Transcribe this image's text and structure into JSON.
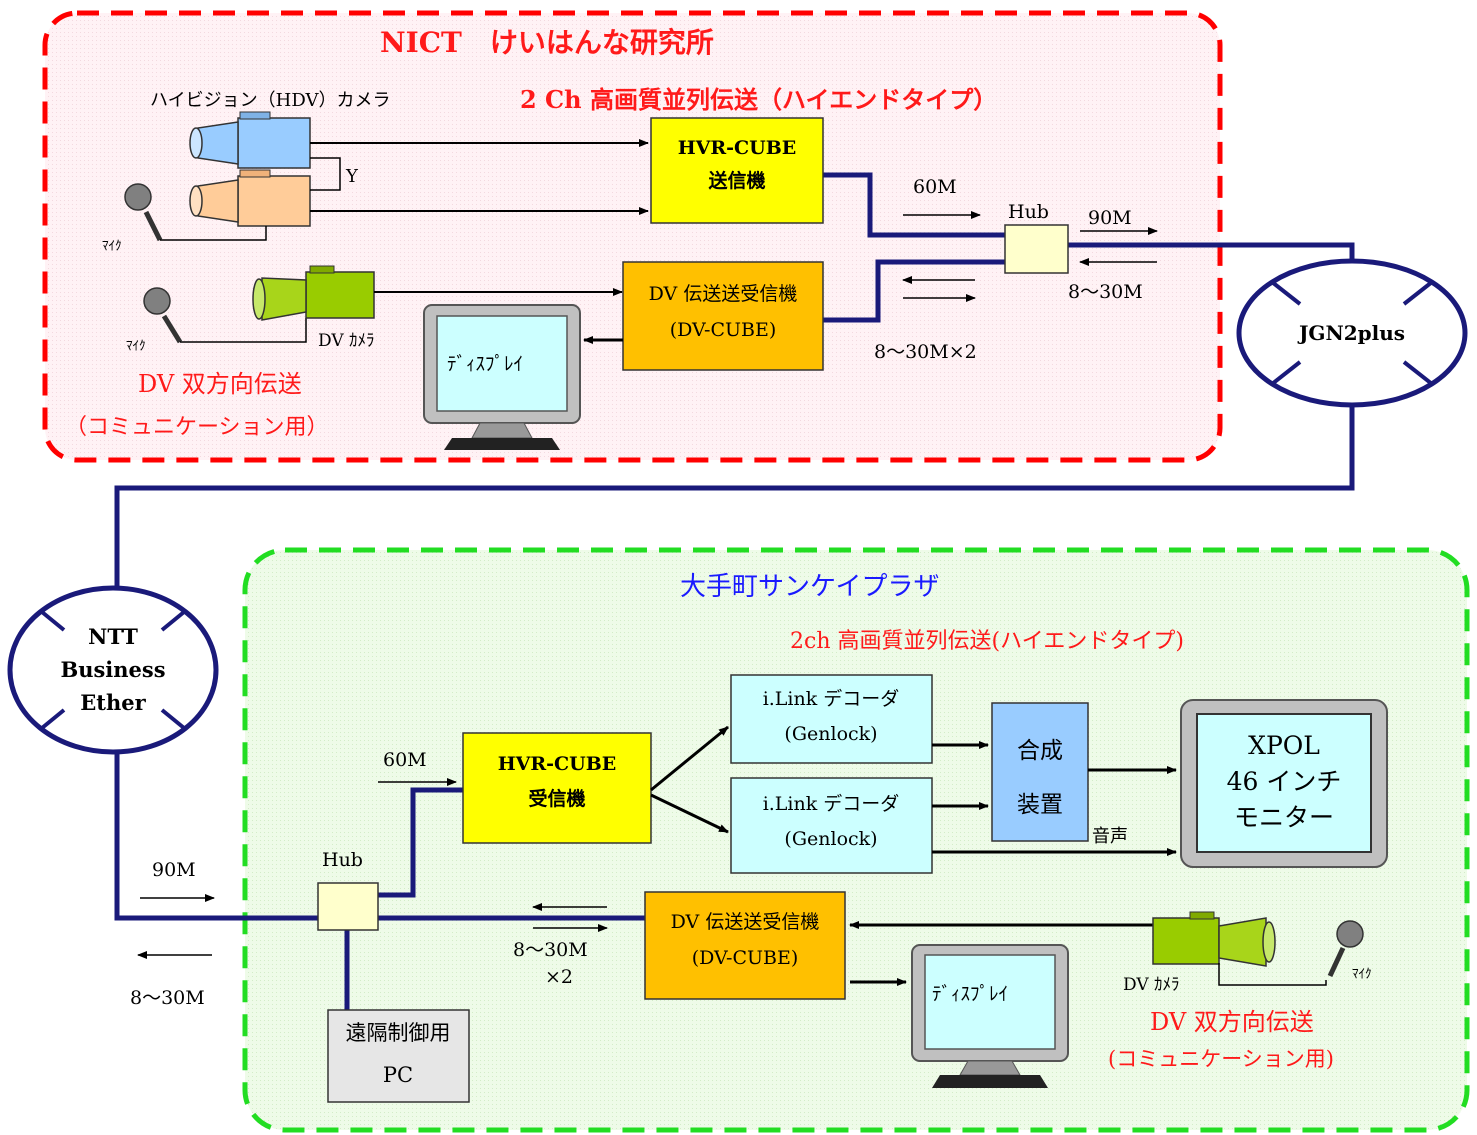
{
  "colors": {
    "region_top_fill": "#fff0f4",
    "region_top_border": "#ff0000",
    "region_bottom_fill": "#ecfbe6",
    "region_bottom_border": "#22dd22",
    "line_blue": "#1a1a7a",
    "hvr_cube": "#ffff00",
    "dv_cube": "#ffc000",
    "decoder": "#ccffff",
    "composer": "#99ccff",
    "hub": "#ffffcc",
    "pc": "#e6e6e6",
    "dv_camera": "#99cc00",
    "hdv_camera_1": "#99ccff",
    "hdv_camera_2": "#ffcc99",
    "red_text": "#ff1a1a",
    "blue_text": "#1a1aff"
  },
  "top": {
    "title": "NICT　けいはんな研究所",
    "subtitle": "2 Ch 高画質並列伝送（ハイエンドタイプ）",
    "hdv_camera_label": "ハイビジョン（HDV）カメラ",
    "sync_label": "Y",
    "mic1_label": "ﾏｲｸ",
    "mic2_label": "ﾏｲｸ",
    "dv_camera_label": "DV ｶﾒﾗ",
    "hvr_cube": {
      "line1": "HVR-CUBE",
      "line2": "送信機"
    },
    "dv_cube": {
      "line1": "DV 伝送送受信機",
      "line2": "(DV-CUBE)"
    },
    "display_label": "ﾃﾞｨｽﾌﾟﾚｲ",
    "hub_label": "Hub",
    "rate_60m": "60M",
    "rate_90m": "90M",
    "rate_8_30m": "8〜30M",
    "rate_8_30m_x2": "8〜30M×2",
    "dv_bidir_title": "DV 双方向伝送",
    "dv_bidir_sub": "（コミュニケーション用）"
  },
  "networks": {
    "jgn": "JGN2plus",
    "ntt_line1": "NTT",
    "ntt_line2": "Business",
    "ntt_line3": "Ether"
  },
  "bottom": {
    "title": "大手町サンケイプラザ",
    "subtitle": "2ch 高画質並列伝送(ハイエンドタイプ)",
    "decoder1": {
      "line1": "i.Link デコーダ",
      "line2": "(Genlock)"
    },
    "decoder2": {
      "line1": "i.Link デコーダ",
      "line2": "(Genlock)"
    },
    "composer": {
      "line1": "合成",
      "line2": "装置"
    },
    "monitor": {
      "line1": "XPOL",
      "line2": "46 インチ",
      "line3": "モニター"
    },
    "audio_label": "音声",
    "hvr_cube": {
      "line1": "HVR-CUBE",
      "line2": "受信機"
    },
    "hub_label": "Hub",
    "rate_60m": "60M",
    "rate_90m": "90M",
    "rate_8_30m": "8〜30M",
    "rate_8_30m_x2_line1": "8〜30M",
    "rate_8_30m_x2_line2": "×2",
    "pc": {
      "line1": "遠隔制御用",
      "line2": "PC"
    },
    "dv_cube": {
      "line1": "DV 伝送送受信機",
      "line2": "(DV-CUBE)"
    },
    "display_label": "ﾃﾞｨｽﾌﾟﾚｲ",
    "dv_camera_label": "DV ｶﾒﾗ",
    "mic_label": "ﾏｲｸ",
    "dv_bidir_title": "DV 双方向伝送",
    "dv_bidir_sub": "(コミュニケーション用)"
  }
}
